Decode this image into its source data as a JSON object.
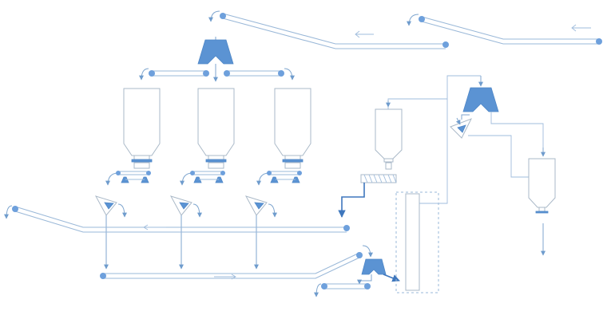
{
  "diagram": {
    "type": "process-flow",
    "colors": {
      "line": "#7fa6cf",
      "equipment": "#5b93d3",
      "outline": "#aab9c8",
      "accent": "#3f77bd"
    },
    "icons": [
      "belt-conveyor",
      "tripper-chute",
      "silo",
      "vibrating-feeder",
      "diverter-valve",
      "screw-conveyor",
      "bucket-elevator",
      "flow-arrow"
    ]
  }
}
